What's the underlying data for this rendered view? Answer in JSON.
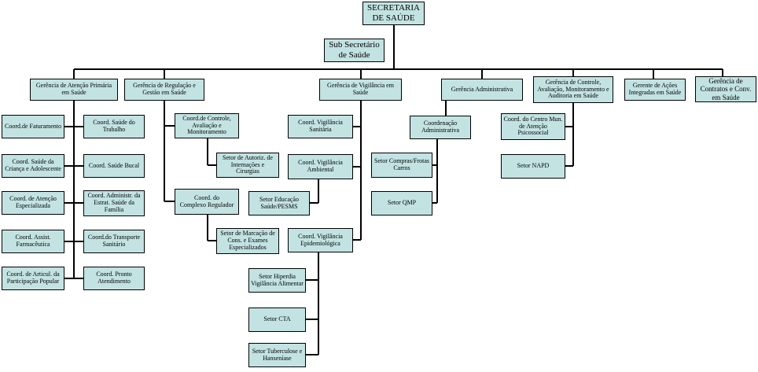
{
  "title": "SECRETARIA\nDE SAÚDE",
  "sub_secretario": "Sub Secretário\nde Saúde",
  "departments": {
    "atencao_primaria": "Gerência  de Atenção Primária\nem Saúde",
    "regulacao": "Gerência de Regulação e\nGestão em Saúde",
    "vigilancia": "Gerência de Vigilância em\nSaúde",
    "administrativa": "Gerência Administrativa",
    "controle": "Gerência de Controle,\nAvaliação, Monitoramento e\nAuditoria em Saúde",
    "acoes_integradas": "Gerente de Ações\nIntegradas em Saúde",
    "contratos": "Gerência de\nContratos e Conv.\nem  Saúde"
  },
  "units": {
    "coord_faturamento": "Coord.de Faturamento",
    "coord_saude_trabalho": "Coord. Saúde do\nTrabalho",
    "coord_saude_crianca": "Coord. Saúde da\nCriança e Adolescente",
    "coord_saude_bucal": "Coord. Saúde Bucal",
    "coord_atencao_especializada": "Coord. de Atenção\nEspecializada",
    "coord_adm_estrat_familia": "Coord. Administr. da\nEstrat. Saúde da\nFamília",
    "coord_assist_farmaceutica": "Coord.  Assist.\nFarmacêutica",
    "coord_transporte_sanitario": "Coord.do Transporte\nSanitário",
    "coord_articul_participacao": "Coord. de Articul. da\nParticipação Popular",
    "coord_pronto_atendimento": "Coord. Pronto\nAtendimento",
    "coord_controle_avaliacao": "Coord.de Controle,\nAvaliação e\nMonitoramento",
    "setor_autoriz_internacoes": "Setor de Autoriz. de\nInternações e\nCirurgias",
    "coord_complexo_regulador": "Coord. do\nComplexo Regulador",
    "setor_marcacao": "Setor de Marcação de\nCons.  e Exames\nEspecializados",
    "coord_vig_sanitaria": "Coord. Vigilância\nSanitária",
    "coord_vig_ambiental": "Coord. Vigilância\nAmbiental",
    "setor_educacao_pesms": "Setor Educação\nSaúde/PESMS",
    "coord_vig_epidemiologica": "Coord. Vigilância\nEpidemiológica",
    "setor_hiperdia": "Setor Hiperdia\nVigilância Alimentar",
    "setor_cta": "Setor CTA",
    "setor_tuberculose": "Setor Tuberculose e\nHanseníase",
    "coord_administrativa": "Coordenação\nAdministrativa",
    "setor_compras": "Setor Compras/Frotas\nCarros",
    "setor_qmp": "Setor QMP",
    "coord_centro_atencao_psicossocial": "Coord. do Centro Mun.\nde Atenção\nPsicossocial",
    "setor_napd": "Setor NAPD"
  }
}
